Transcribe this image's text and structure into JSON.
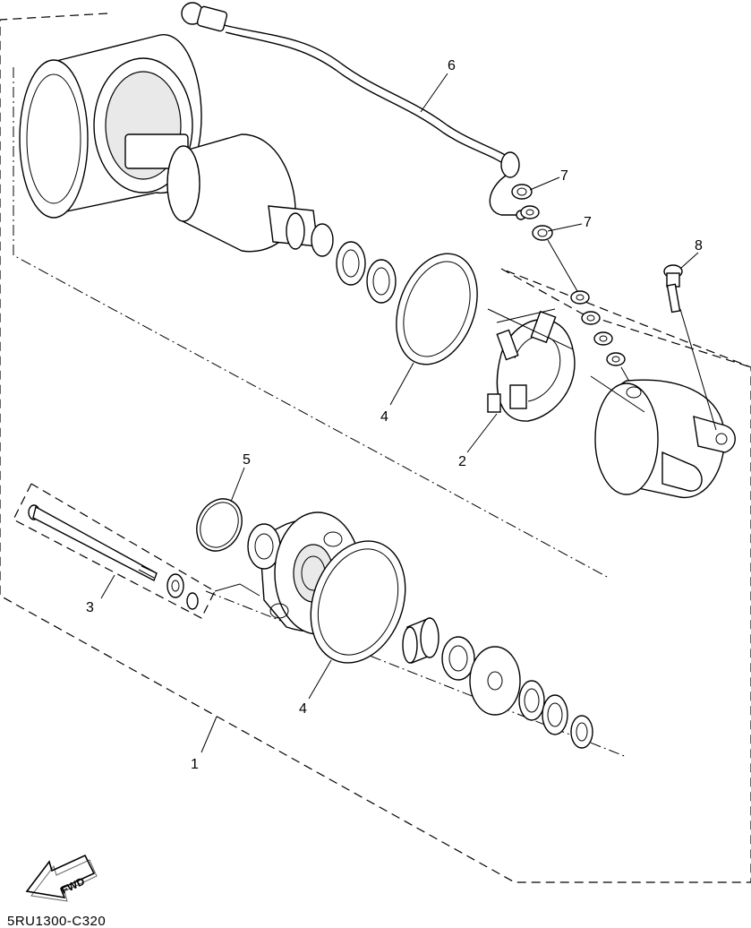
{
  "callouts": {
    "c1": "1",
    "c2": "2",
    "c3": "3",
    "c4a": "4",
    "c4b": "4",
    "c5": "5",
    "c6": "6",
    "c7a": "7",
    "c7b": "7",
    "c8": "8"
  },
  "fwd_label": "FWD",
  "diagram_code": "5RU1300-C320"
}
